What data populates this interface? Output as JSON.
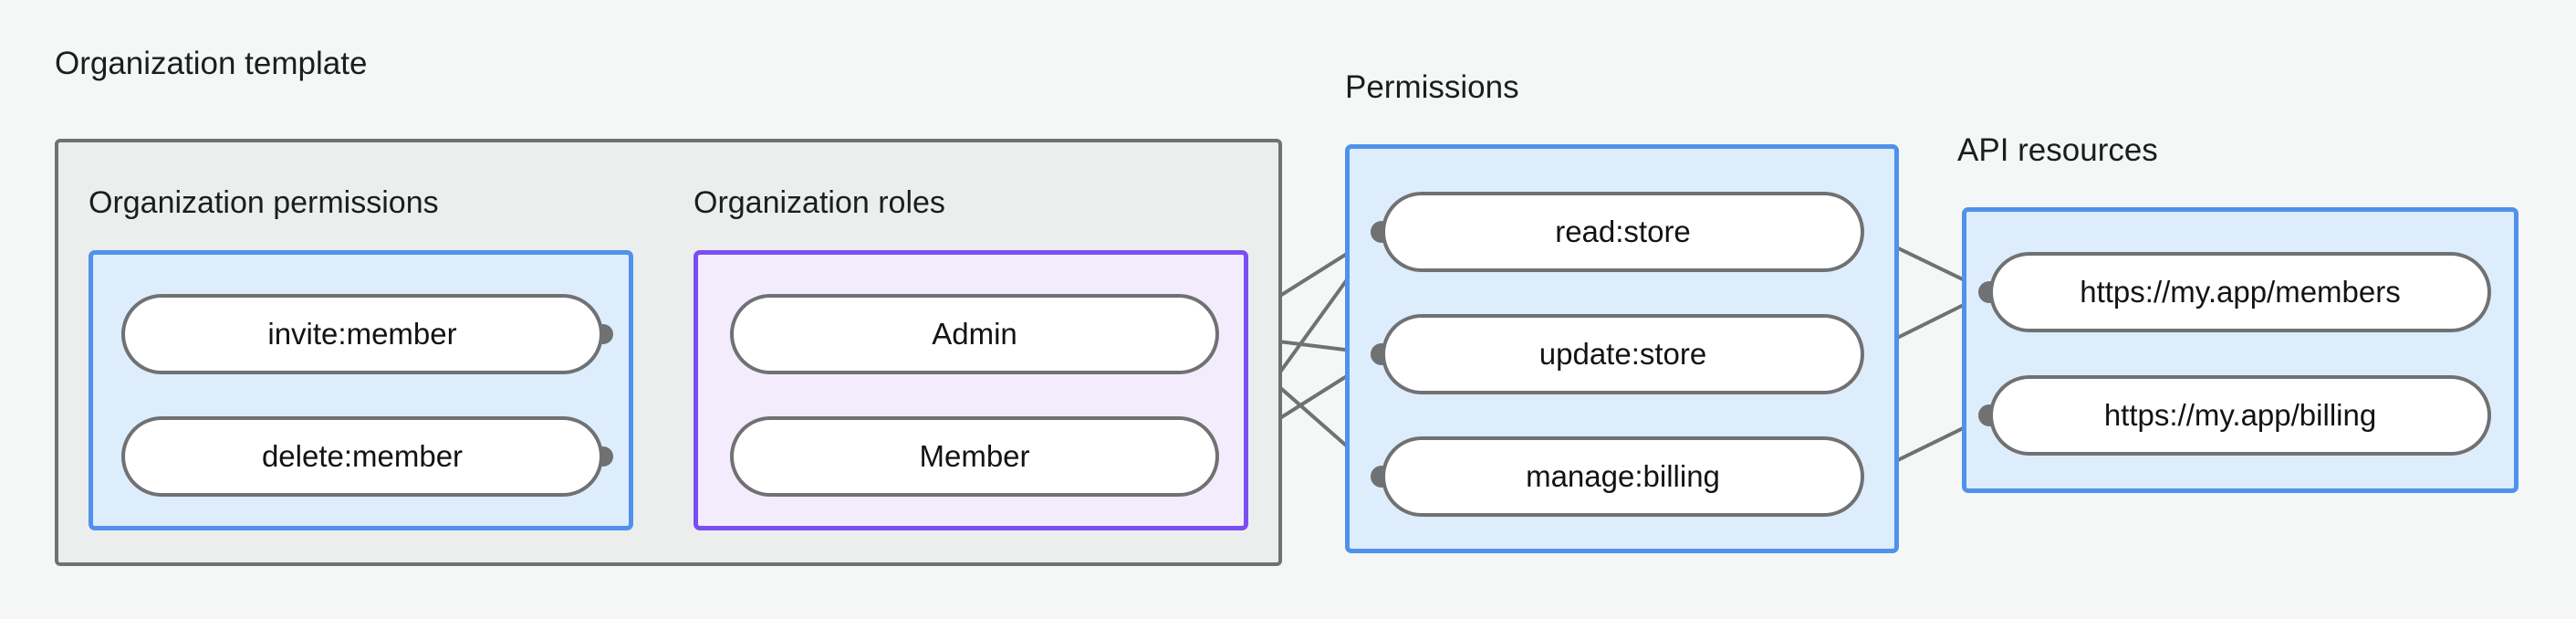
{
  "background_color": "#f5f7f6",
  "groups": [
    {
      "id": "organization-template",
      "title": "Organization template",
      "style": "outer-gray",
      "border_color": "#6f7172",
      "fill_color": "#eceded"
    },
    {
      "id": "organization-permissions",
      "title": "Organization permissions",
      "style": "blue",
      "border_color": "#4f92ec",
      "fill_color": "#ddedfc"
    },
    {
      "id": "organization-roles",
      "title": "Organization roles",
      "style": "purple",
      "border_color": "#7a4ef2",
      "fill_color": "#f3ecfd"
    },
    {
      "id": "permissions",
      "title": "Permissions",
      "style": "blue",
      "border_color": "#4f92ec",
      "fill_color": "#ddedfc"
    },
    {
      "id": "api-resources",
      "title": "API resources",
      "style": "blue",
      "border_color": "#4f92ec",
      "fill_color": "#ddedfc"
    }
  ],
  "nodes": {
    "invite_member": "invite:member",
    "delete_member": "delete:member",
    "admin": "Admin",
    "member": "Member",
    "read_store": "read:store",
    "update_store": "update:store",
    "manage_billing": "manage:billing",
    "members_url": "https://my.app/members",
    "billing_url": "https://my.app/billing"
  },
  "edges": [
    {
      "from": "invite:member",
      "to": "Admin"
    },
    {
      "from": "invite:member",
      "to": "Member"
    },
    {
      "from": "delete:member",
      "to": "Member"
    },
    {
      "from": "Admin",
      "to": "read:store"
    },
    {
      "from": "Admin",
      "to": "update:store"
    },
    {
      "from": "Admin",
      "to": "manage:billing"
    },
    {
      "from": "Member",
      "to": "read:store"
    },
    {
      "from": "Member",
      "to": "update:store"
    },
    {
      "from": "read:store",
      "to": "https://my.app/members"
    },
    {
      "from": "update:store",
      "to": "https://my.app/members"
    },
    {
      "from": "manage:billing",
      "to": "https://my.app/billing"
    }
  ],
  "edge_color": "#6f7172",
  "node_border_color": "#6f7172",
  "node_fill_color": "#ffffff",
  "text_color": "#121315"
}
